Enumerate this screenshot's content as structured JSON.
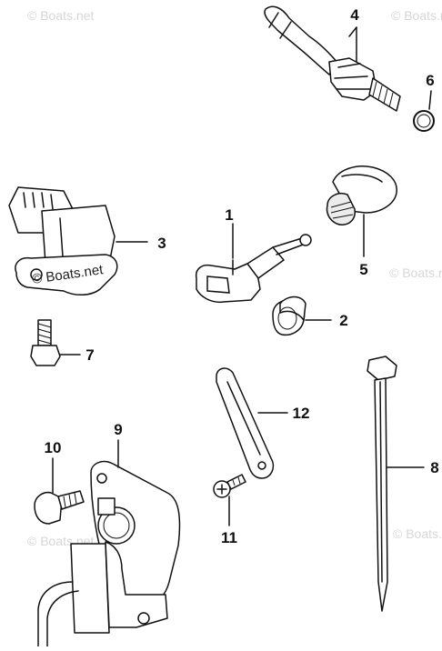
{
  "watermark": {
    "text": "© Boats.net"
  },
  "parts": [
    {
      "id": "1",
      "label": "1"
    },
    {
      "id": "2",
      "label": "2"
    },
    {
      "id": "3",
      "label": "3"
    },
    {
      "id": "4",
      "label": "4"
    },
    {
      "id": "5",
      "label": "5"
    },
    {
      "id": "6",
      "label": "6"
    },
    {
      "id": "7",
      "label": "7"
    },
    {
      "id": "8",
      "label": "8"
    },
    {
      "id": "9",
      "label": "9"
    },
    {
      "id": "10",
      "label": "10"
    },
    {
      "id": "11",
      "label": "11"
    },
    {
      "id": "12",
      "label": "12"
    }
  ]
}
